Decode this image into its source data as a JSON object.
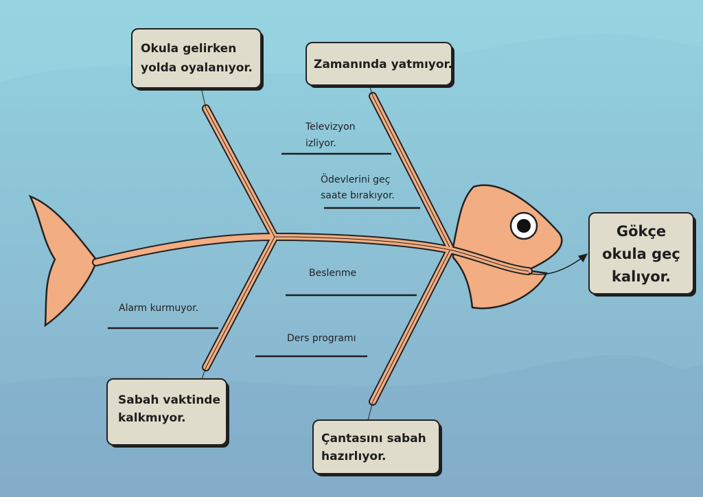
{
  "title": "Balık Kılçığı Diyagramı",
  "effect": {
    "lines": [
      "Gökçe",
      "okula geç",
      "kalıyor."
    ]
  },
  "causes": [
    {
      "lines": [
        "Okula gelirken",
        "yolda oyalanıyor."
      ]
    },
    {
      "lines": [
        "Zamanında yatmıyor."
      ]
    },
    {
      "lines": [
        "Sabah vaktinde",
        "kalkmıyor."
      ]
    },
    {
      "lines": [
        "Çantasını sabah",
        "hazırlıyor."
      ]
    }
  ],
  "sub_causes": [
    {
      "lines": [
        "Televizyon",
        "izliyor."
      ]
    },
    {
      "lines": [
        "Ödevlerini geç",
        "saate bırakıyor."
      ]
    },
    {
      "lines": [
        "Beslenme"
      ]
    },
    {
      "lines": [
        "Ders programı"
      ]
    },
    {
      "lines": [
        "Alarm kurmuyor."
      ]
    }
  ],
  "colors": {
    "fish": "#f2ad82",
    "box": "#dfdccb",
    "bg_top": "#93d2df",
    "bg_bottom": "#86b0cc"
  }
}
